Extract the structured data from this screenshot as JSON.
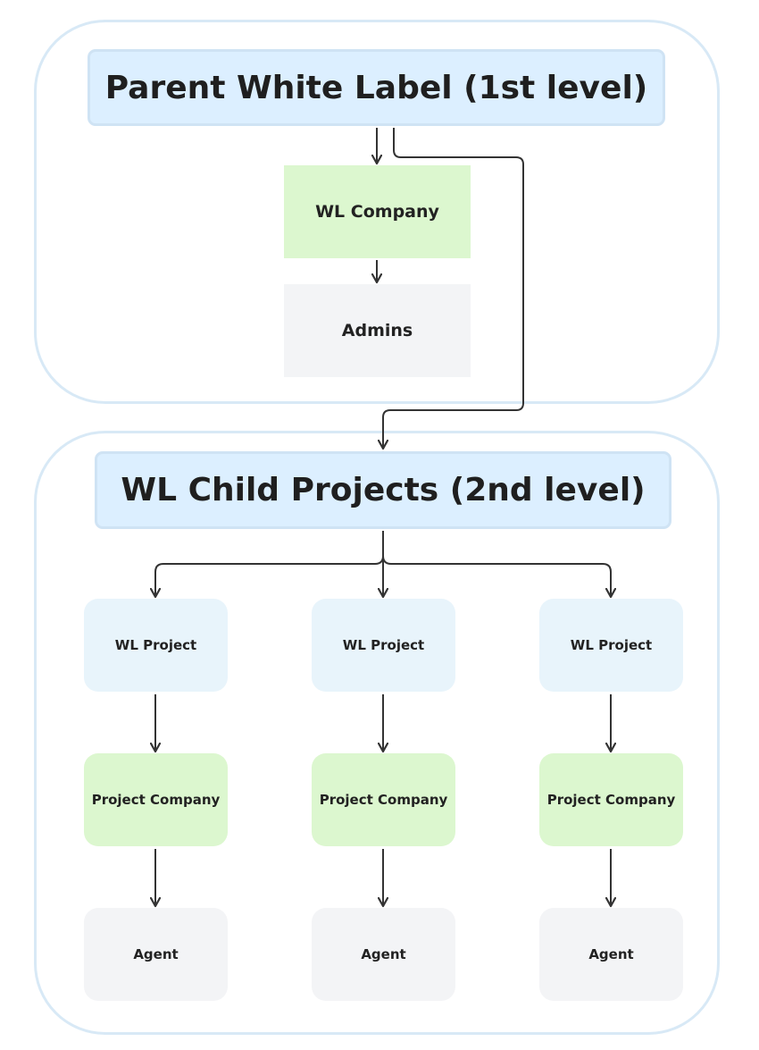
{
  "parent_group": {
    "title": "Parent White Label (1st level)",
    "nodes": {
      "company": "WL Company",
      "admins": "Admins"
    }
  },
  "child_group": {
    "title": "WL Child Projects (2nd level)",
    "columns": [
      {
        "project": "WL Project",
        "company": "Project Company",
        "agent": "Agent"
      },
      {
        "project": "WL Project",
        "company": "Project Company",
        "agent": "Agent"
      },
      {
        "project": "WL Project",
        "company": "Project Company",
        "agent": "Agent"
      }
    ]
  },
  "colors": {
    "group_border": "#d8e9f6",
    "header_fill": "#dcefff",
    "company_fill": "#dcf7cf",
    "neutral_fill": "#f3f4f6",
    "project_fill": "#e8f4fb",
    "connector": "#333333"
  }
}
